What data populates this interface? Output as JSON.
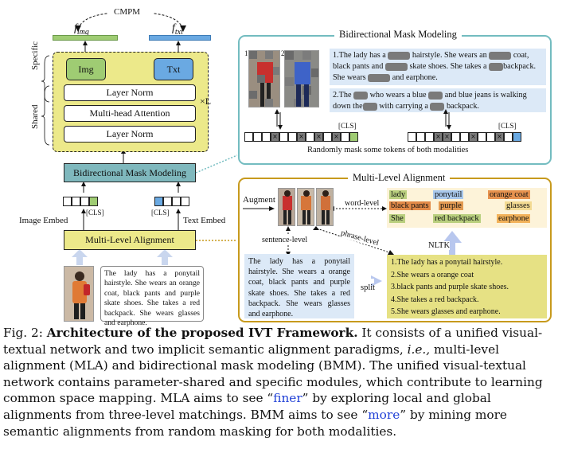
{
  "left": {
    "cmpm": "CMPM",
    "f_img": "f",
    "f_img_sub": "img",
    "f_txt": "f",
    "f_txt_sub": "txt",
    "specific_label": "Specific",
    "shared_label": "Shared",
    "img_module": "Img",
    "txt_module": "Txt",
    "layer_norm_top": "Layer Norm",
    "mha": "Multi-head Attention",
    "layer_norm_bottom": "Layer Norm",
    "times_l": "×L",
    "bmm": "Bidirectional Mask Modeling",
    "cls_img": "[CLS]",
    "cls_txt": "[CLS]",
    "image_embed": "Image Embed",
    "text_embed": "Text Embed",
    "mla": "Multi-Level Alignment",
    "input_text": "The lady has a ponytail hairstyle. She wears an orange coat, black pants and purple skate shoes. She takes a red backpack. She wears glasses and earphone."
  },
  "bmm_panel": {
    "title": "Bidirectional Mask Modeling",
    "num1": "1",
    "num2": "2",
    "s1_a": "1.The lady has a",
    "s1_b": "hairstyle. She wears an",
    "s1_c": "coat, black pants and",
    "s1_d": "skate shoes. She",
    "s1_e": "takes a",
    "s1_f": "backpack. She wears",
    "s1_g": "and earphone.",
    "s2_a": "2.The",
    "s2_b": "who wears a blue",
    "s2_c": "and blue jeans is",
    "s2_d": "walking down the",
    "s2_e": "with carrying a",
    "s2_f": "backpack.",
    "cls_left": "[CLS]",
    "cls_right": "[CLS]",
    "x_mark": "×",
    "footer": "Randomly mask some tokens of both modalities"
  },
  "mla_panel": {
    "title": "Multi-Level Alignment",
    "augment": "Augment",
    "word_level": "word-level",
    "sentence_level": "sentence-level",
    "phrase_level": "phrase-level",
    "nltk": "NLTK",
    "split": "split",
    "words": [
      "lady",
      "ponytail",
      "orange coat",
      "black pants",
      "purple",
      "glasses",
      "She",
      "red backpack",
      "earphone"
    ],
    "word_colors": [
      "#b9cf7e",
      "#a9c8ec",
      "#e7924e",
      "#e28a48",
      "#e29a52",
      "#f3da92",
      "#b9cf7e",
      "#b9cf7e",
      "#f2b25a"
    ],
    "sentence_text": "The lady has a ponytail hairstyle. She wears a orange coat, black pants and purple skate shoes. She takes a red backpack. She wears glasses and earphone.",
    "phrases": [
      "1.The lady has a ponytail hairstyle.",
      "2.She wears a orange coat",
      "3.black pants and purple skate shoes.",
      "4.She takes a red backpack.",
      "5.She wears glasses and earphone."
    ]
  },
  "caption": {
    "fig": "Fig. 2: ",
    "bold": "Architecture of the proposed IVT Framework.",
    "t1": " It consists of a unified visual-textual network and two implicit semantic alignment paradigms, ",
    "ie": "i.e.,",
    "t2": " multi-level alignment (MLA) and bidirectional mask modeling (BMM). The unified visual-textual network contains parameter-shared and specific modules, which contribute to learning common space mapping. MLA aims to see “",
    "finer": "finer",
    "t3": "” by exploring local and global alignments from three-level matchings. BMM aims to see “",
    "more": "more",
    "t4": "” by mining more semantic alignments from random masking for both modalities."
  },
  "colors": {
    "yellow_fill": "#ece98a",
    "teal_border": "#73bcc0",
    "gold_border": "#c79a1d",
    "bmm_fill": "#7fb8bd",
    "img_green": "#9fcc73",
    "txt_blue": "#6aa9e2",
    "sentence_blue": "#dce9f7",
    "phrase_yellow": "#e6e184",
    "word_bg": "#fdf3d9"
  }
}
